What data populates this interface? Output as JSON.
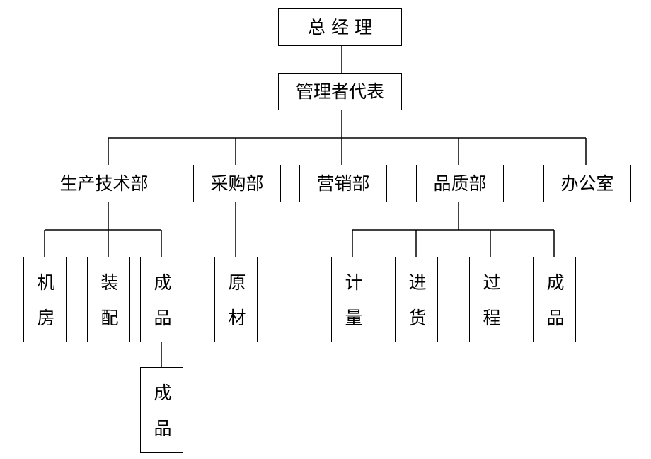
{
  "org_chart": {
    "general_manager": "总 经 理",
    "management_rep": "管理者代表",
    "departments": {
      "production_tech": "生产技术部",
      "purchasing": "采购部",
      "sales": "营销部",
      "quality": "品质部",
      "office": "办公室"
    },
    "production_units": {
      "machine_room": "机房",
      "assembly": "装配",
      "finished_goods": "成品",
      "finished_goods_sub": "成品"
    },
    "purchasing_units": {
      "raw_materials": "原材"
    },
    "quality_units": {
      "metrology": "计量",
      "incoming": "进货",
      "process": "过程",
      "finished_goods": "成品"
    }
  }
}
